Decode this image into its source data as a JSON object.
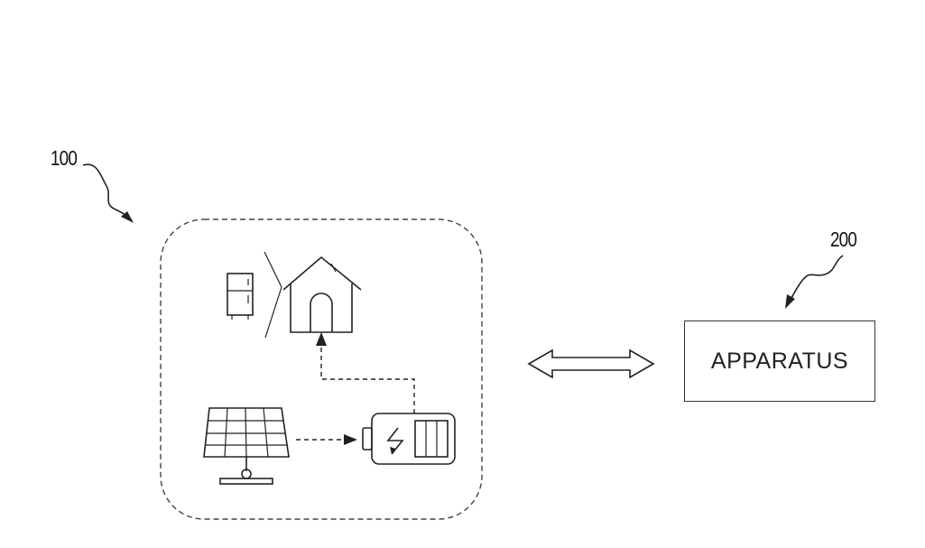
{
  "labels": {
    "system_ref": "100",
    "apparatus_ref": "200",
    "apparatus_name": "APPARATUS"
  },
  "icons": {
    "appliance": "refrigerator-icon",
    "home": "house-icon",
    "solar": "solar-panel-icon",
    "storage": "battery-icon",
    "link": "bidirectional-arrow-icon"
  },
  "colors": {
    "line": "#222222",
    "background": "#ffffff"
  }
}
